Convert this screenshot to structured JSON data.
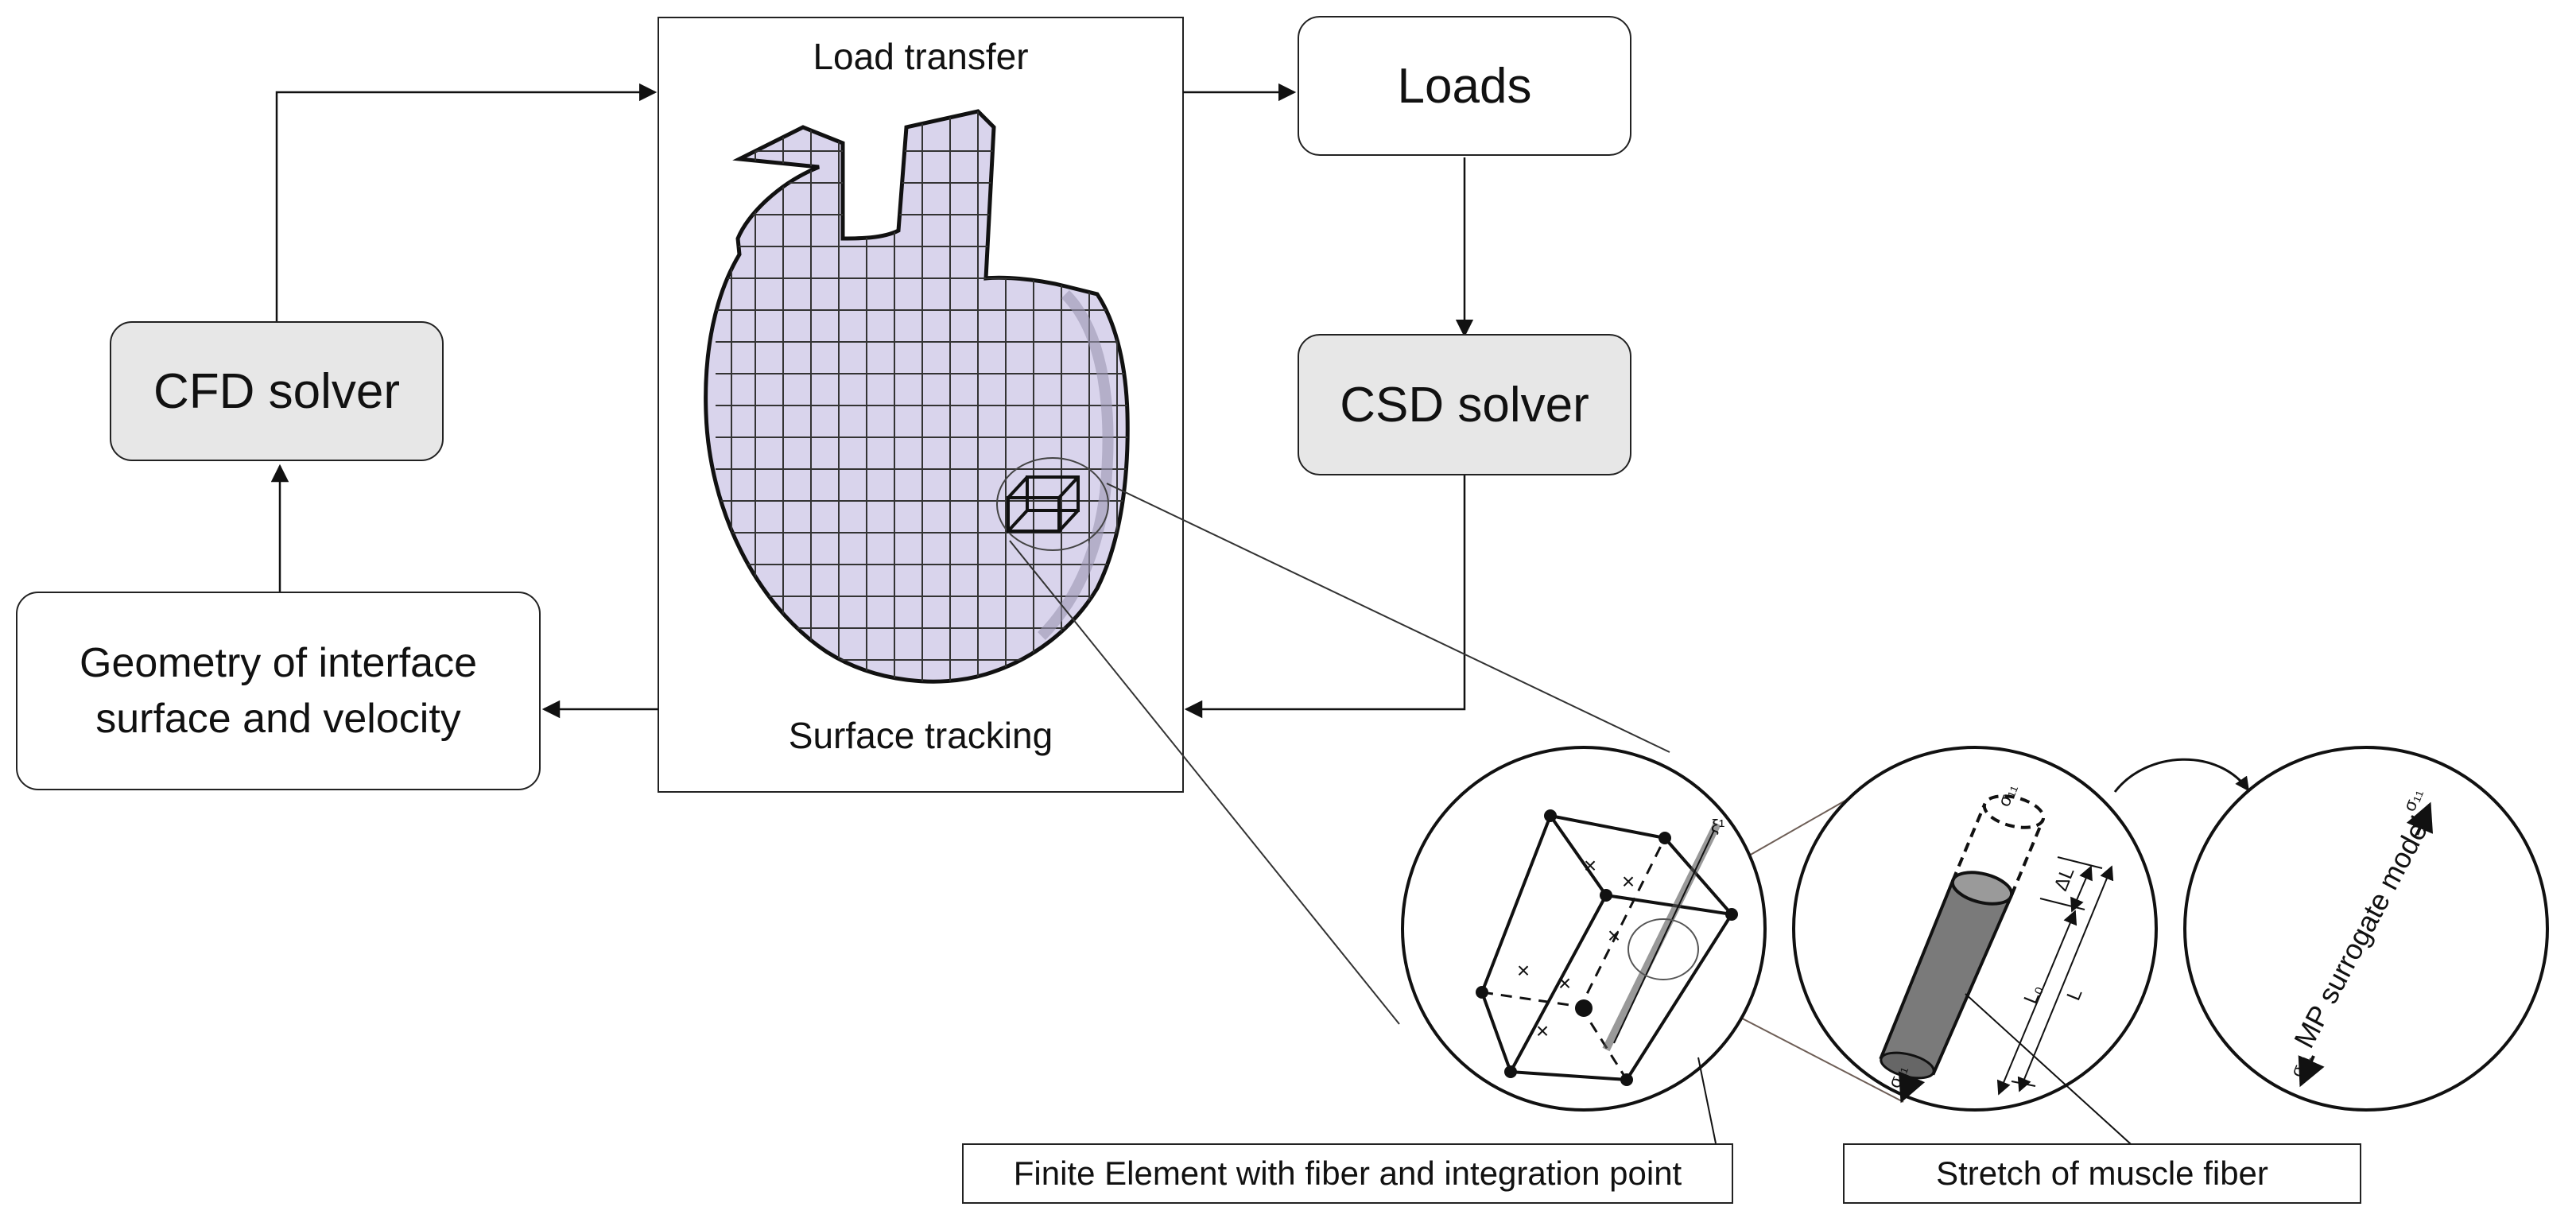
{
  "nodes": {
    "cfd_solver": "CFD solver",
    "geometry": "Geometry of interface surface and velocity",
    "loads": "Loads",
    "csd_solver": "CSD solver",
    "load_transfer": "Load transfer",
    "surface_tracking": "Surface tracking"
  },
  "captions": {
    "finite_element": "Finite Element with fiber and integration point",
    "stretch": "Stretch of muscle fiber"
  },
  "zoom_labels": {
    "mp_surrogate": "MP surrogate model",
    "sigma": "σ₁₁",
    "delta_l": "ΔL",
    "l0": "L₀",
    "l": "L",
    "xi": "ξ¹"
  },
  "colors": {
    "heart_fill": "#d9d4ec",
    "solver_fill": "#e7e7e7",
    "fiber_fill": "#7a7a7a"
  }
}
